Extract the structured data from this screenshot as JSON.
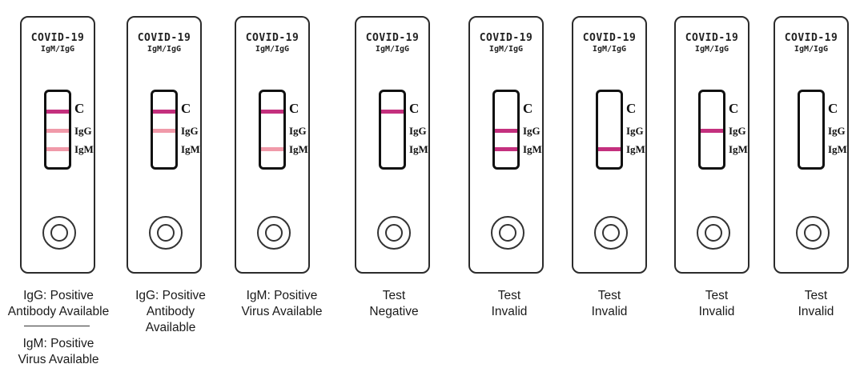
{
  "colors": {
    "strong_line": "#c4307e",
    "faint_line": "#f09aa9",
    "outline": "#111111"
  },
  "cassettes": [
    {
      "title": "COVID-19",
      "subtitle": "IgM/IgG",
      "labels": {
        "c": "C",
        "igg": "IgG",
        "igm": "IgM"
      },
      "lines": {
        "c": "strong",
        "igg": "faint",
        "igm": "faint"
      },
      "caption_lines": [
        "IgG: Positive",
        "Antibody Available"
      ],
      "caption_extra": [
        "IgM: Positive",
        "Virus Available"
      ]
    },
    {
      "title": "COVID-19",
      "subtitle": "IgM/IgG",
      "labels": {
        "c": "C",
        "igg": "IgG",
        "igm": "IgM"
      },
      "lines": {
        "c": "strong",
        "igg": "faint",
        "igm": "none"
      },
      "caption_lines": [
        "IgG: Positive",
        "Antibody",
        "Available"
      ]
    },
    {
      "title": "COVID-19",
      "subtitle": "IgM/IgG",
      "labels": {
        "c": "C",
        "igg": "IgG",
        "igm": "IgM"
      },
      "lines": {
        "c": "strong",
        "igg": "none",
        "igm": "faint"
      },
      "caption_lines": [
        "IgM: Positive",
        "Virus Available"
      ]
    },
    {
      "title": "COVID-19",
      "subtitle": "IgM/IgG",
      "labels": {
        "c": "C",
        "igg": "IgG",
        "igm": "IgM"
      },
      "lines": {
        "c": "strong",
        "igg": "none",
        "igm": "none"
      },
      "caption_lines": [
        "Test",
        "Negative"
      ]
    },
    {
      "title": "COVID-19",
      "subtitle": "IgM/IgG",
      "labels": {
        "c": "C",
        "igg": "IgG",
        "igm": "IgM"
      },
      "lines": {
        "c": "none",
        "igg": "strong",
        "igm": "strong"
      },
      "caption_lines": [
        "Test",
        "Invalid"
      ]
    },
    {
      "title": "COVID-19",
      "subtitle": "IgM/IgG",
      "labels": {
        "c": "C",
        "igg": "IgG",
        "igm": "IgM"
      },
      "lines": {
        "c": "none",
        "igg": "none",
        "igm": "strong"
      },
      "caption_lines": [
        "Test",
        "Invalid"
      ]
    },
    {
      "title": "COVID-19",
      "subtitle": "IgM/IgG",
      "labels": {
        "c": "C",
        "igg": "IgG",
        "igm": "IgM"
      },
      "lines": {
        "c": "none",
        "igg": "strong",
        "igm": "none"
      },
      "caption_lines": [
        "Test",
        "Invalid"
      ]
    },
    {
      "title": "COVID-19",
      "subtitle": "IgM/IgG",
      "labels": {
        "c": "C",
        "igg": "IgG",
        "igm": "IgM"
      },
      "lines": {
        "c": "none",
        "igg": "none",
        "igm": "none"
      },
      "caption_lines": [
        "Test",
        "Invalid"
      ]
    }
  ]
}
